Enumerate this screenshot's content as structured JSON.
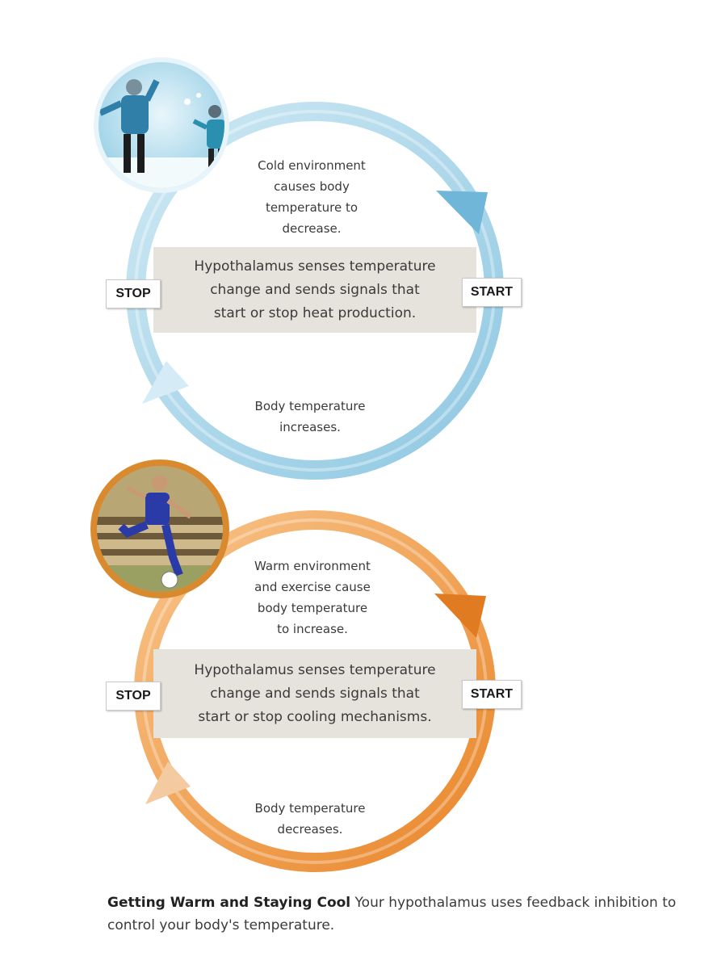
{
  "colors": {
    "cold_ring": "#a9d6ea",
    "cold_ring_light": "#d8eef7",
    "warm_ring": "#ec9437",
    "warm_ring_light": "#f6cda0",
    "band": "#e6e3dc"
  },
  "cycles": [
    {
      "id": "cold",
      "top_text": "Cold environment\ncauses body\ntemperature to\ndecrease.",
      "center_text": "Hypothalamus senses temperature\nchange and sends signals that\nstart or stop heat production.",
      "bottom_text": "Body temperature\nincreases.",
      "stop_label": "STOP",
      "start_label": "START",
      "photo": "snowball-fight-photo"
    },
    {
      "id": "warm",
      "top_text": "Warm environment\nand exercise cause\nbody temperature\nto increase.",
      "center_text": "Hypothalamus senses temperature\nchange and sends signals that\nstart or stop cooling mechanisms.",
      "bottom_text": "Body temperature\ndecreases.",
      "stop_label": "STOP",
      "start_label": "START",
      "photo": "soccer-player-photo"
    }
  ],
  "caption": {
    "title": "Getting Warm and Staying Cool",
    "text": "Your hypothalamus uses feedback inhibition to control your body's temperature."
  }
}
